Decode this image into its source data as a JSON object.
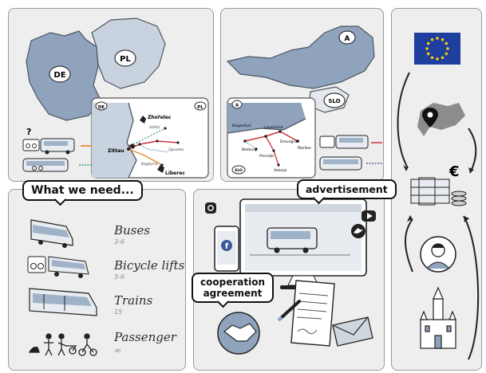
{
  "map_de": {
    "country_de": "DE",
    "country_pl": "PL",
    "inset_de": "DE",
    "inset_pl": "PL",
    "question": "?",
    "cities": [
      "Zhořelec",
      "Görlitz",
      "Zgorzelec",
      "Zittau",
      "Liberec",
      "Bogatynia"
    ]
  },
  "map_at": {
    "country_a": "A",
    "country_slo": "SLO",
    "inset_a": "A",
    "inset_slo": "SLO",
    "cities": [
      "Klagenfurt",
      "Lavamünd",
      "Dravograd",
      "Bleiburg",
      "Prevalje",
      "Maribor",
      "Velenje"
    ]
  },
  "needs": {
    "header": "What we need...",
    "items": [
      {
        "title": "Buses",
        "sub": "3-6"
      },
      {
        "title": "Bicycle lifts",
        "sub": "3-6"
      },
      {
        "title": "Trains",
        "sub": "15"
      },
      {
        "title": "Passenger",
        "sub": "∞"
      }
    ]
  },
  "cooperation": {
    "advertisement": "advertisement",
    "agreement_line1": "cooperation",
    "agreement_line2": "agreement"
  },
  "funding": {
    "currency": "€"
  },
  "colors": {
    "panel_bg": "#eeeeee",
    "map_blue": "#8fa3bd",
    "map_light": "#c9d3df",
    "eu_blue": "#1f3f9e",
    "eu_star": "#ffd400",
    "route_red": "#d0343b",
    "route_orange": "#e28a2c",
    "route_green": "#3aa06b",
    "facebook": "#3b5998"
  },
  "icons": [
    "eu-flag-icon",
    "europe-pin-icon",
    "money-icon",
    "person-icon",
    "city-hall-icon",
    "handshake-icon",
    "contract-icon",
    "envelope-icon",
    "monitor-icon",
    "phone-icon",
    "instagram-icon",
    "youtube-icon",
    "twitter-icon",
    "bus-icon",
    "bicycle-lift-icon",
    "train-icon",
    "passengers-icon"
  ]
}
